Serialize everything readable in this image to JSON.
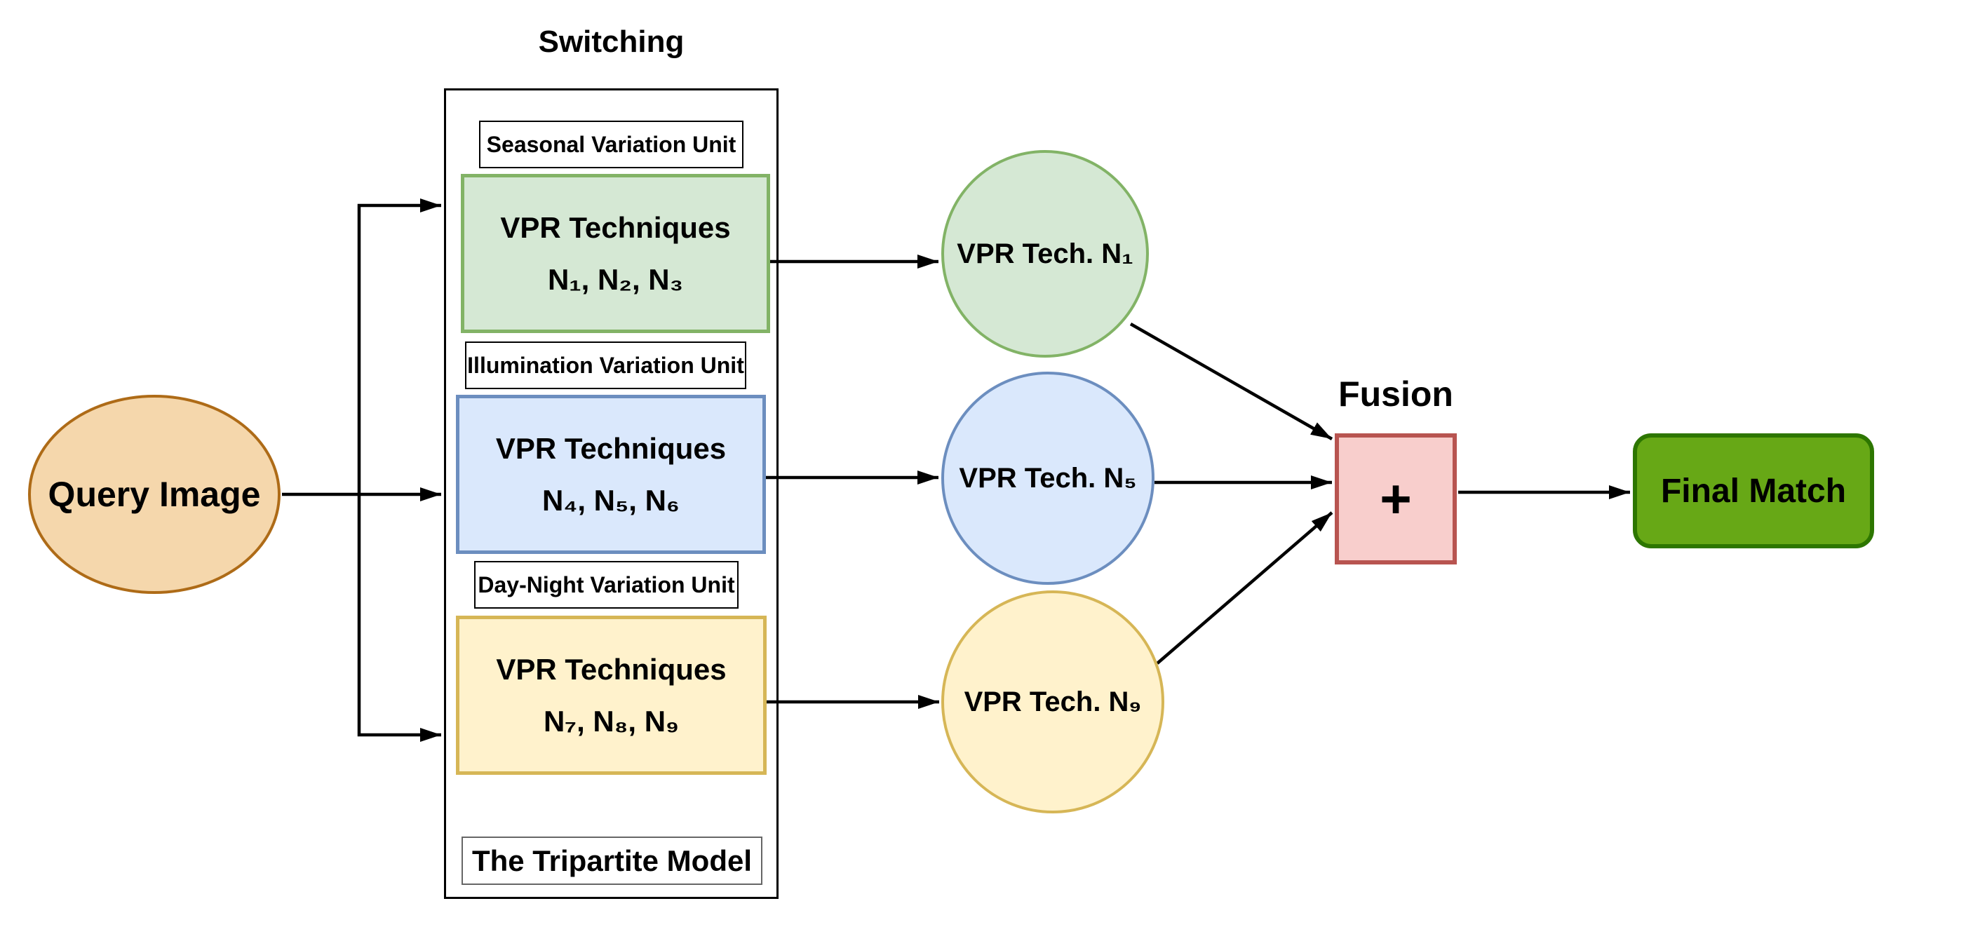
{
  "nodes": {
    "query": {
      "label": "Query Image",
      "fill": "#F5D7AC",
      "stroke": "#AE6B17"
    },
    "switching": {
      "title": "Switching",
      "model_label": "The Tripartite Model",
      "units": [
        {
          "name": "Seasonal Variation Unit",
          "techniques_line1": "VPR Techniques",
          "techniques_line2": "N₁, N₂, N₃",
          "fill": "#D5E8D4",
          "stroke": "#82B366"
        },
        {
          "name": "Illumination Variation Unit",
          "techniques_line1": "VPR Techniques",
          "techniques_line2": "N₄, N₅, N₆",
          "fill": "#DAE8FC",
          "stroke": "#6C8EBF"
        },
        {
          "name": "Day-Night Variation Unit",
          "techniques_line1": "VPR Techniques",
          "techniques_line2": "N₇, N₈, N₉",
          "fill": "#FFF2CC",
          "stroke": "#D6B656"
        }
      ]
    },
    "selected_techniques": [
      {
        "label": "VPR Tech. N₁",
        "fill": "#D5E8D4",
        "stroke": "#82B366"
      },
      {
        "label": "VPR Tech. N₅",
        "fill": "#DAE8FC",
        "stroke": "#6C8EBF"
      },
      {
        "label": "VPR Tech. N₉",
        "fill": "#FFF2CC",
        "stroke": "#D6B656"
      }
    ],
    "fusion": {
      "title": "Fusion",
      "operator": "+",
      "fill": "#F8CECC",
      "stroke": "#B85450"
    },
    "final_match": {
      "label": "Final Match",
      "fill": "#67A816",
      "stroke": "#2D7600"
    }
  }
}
